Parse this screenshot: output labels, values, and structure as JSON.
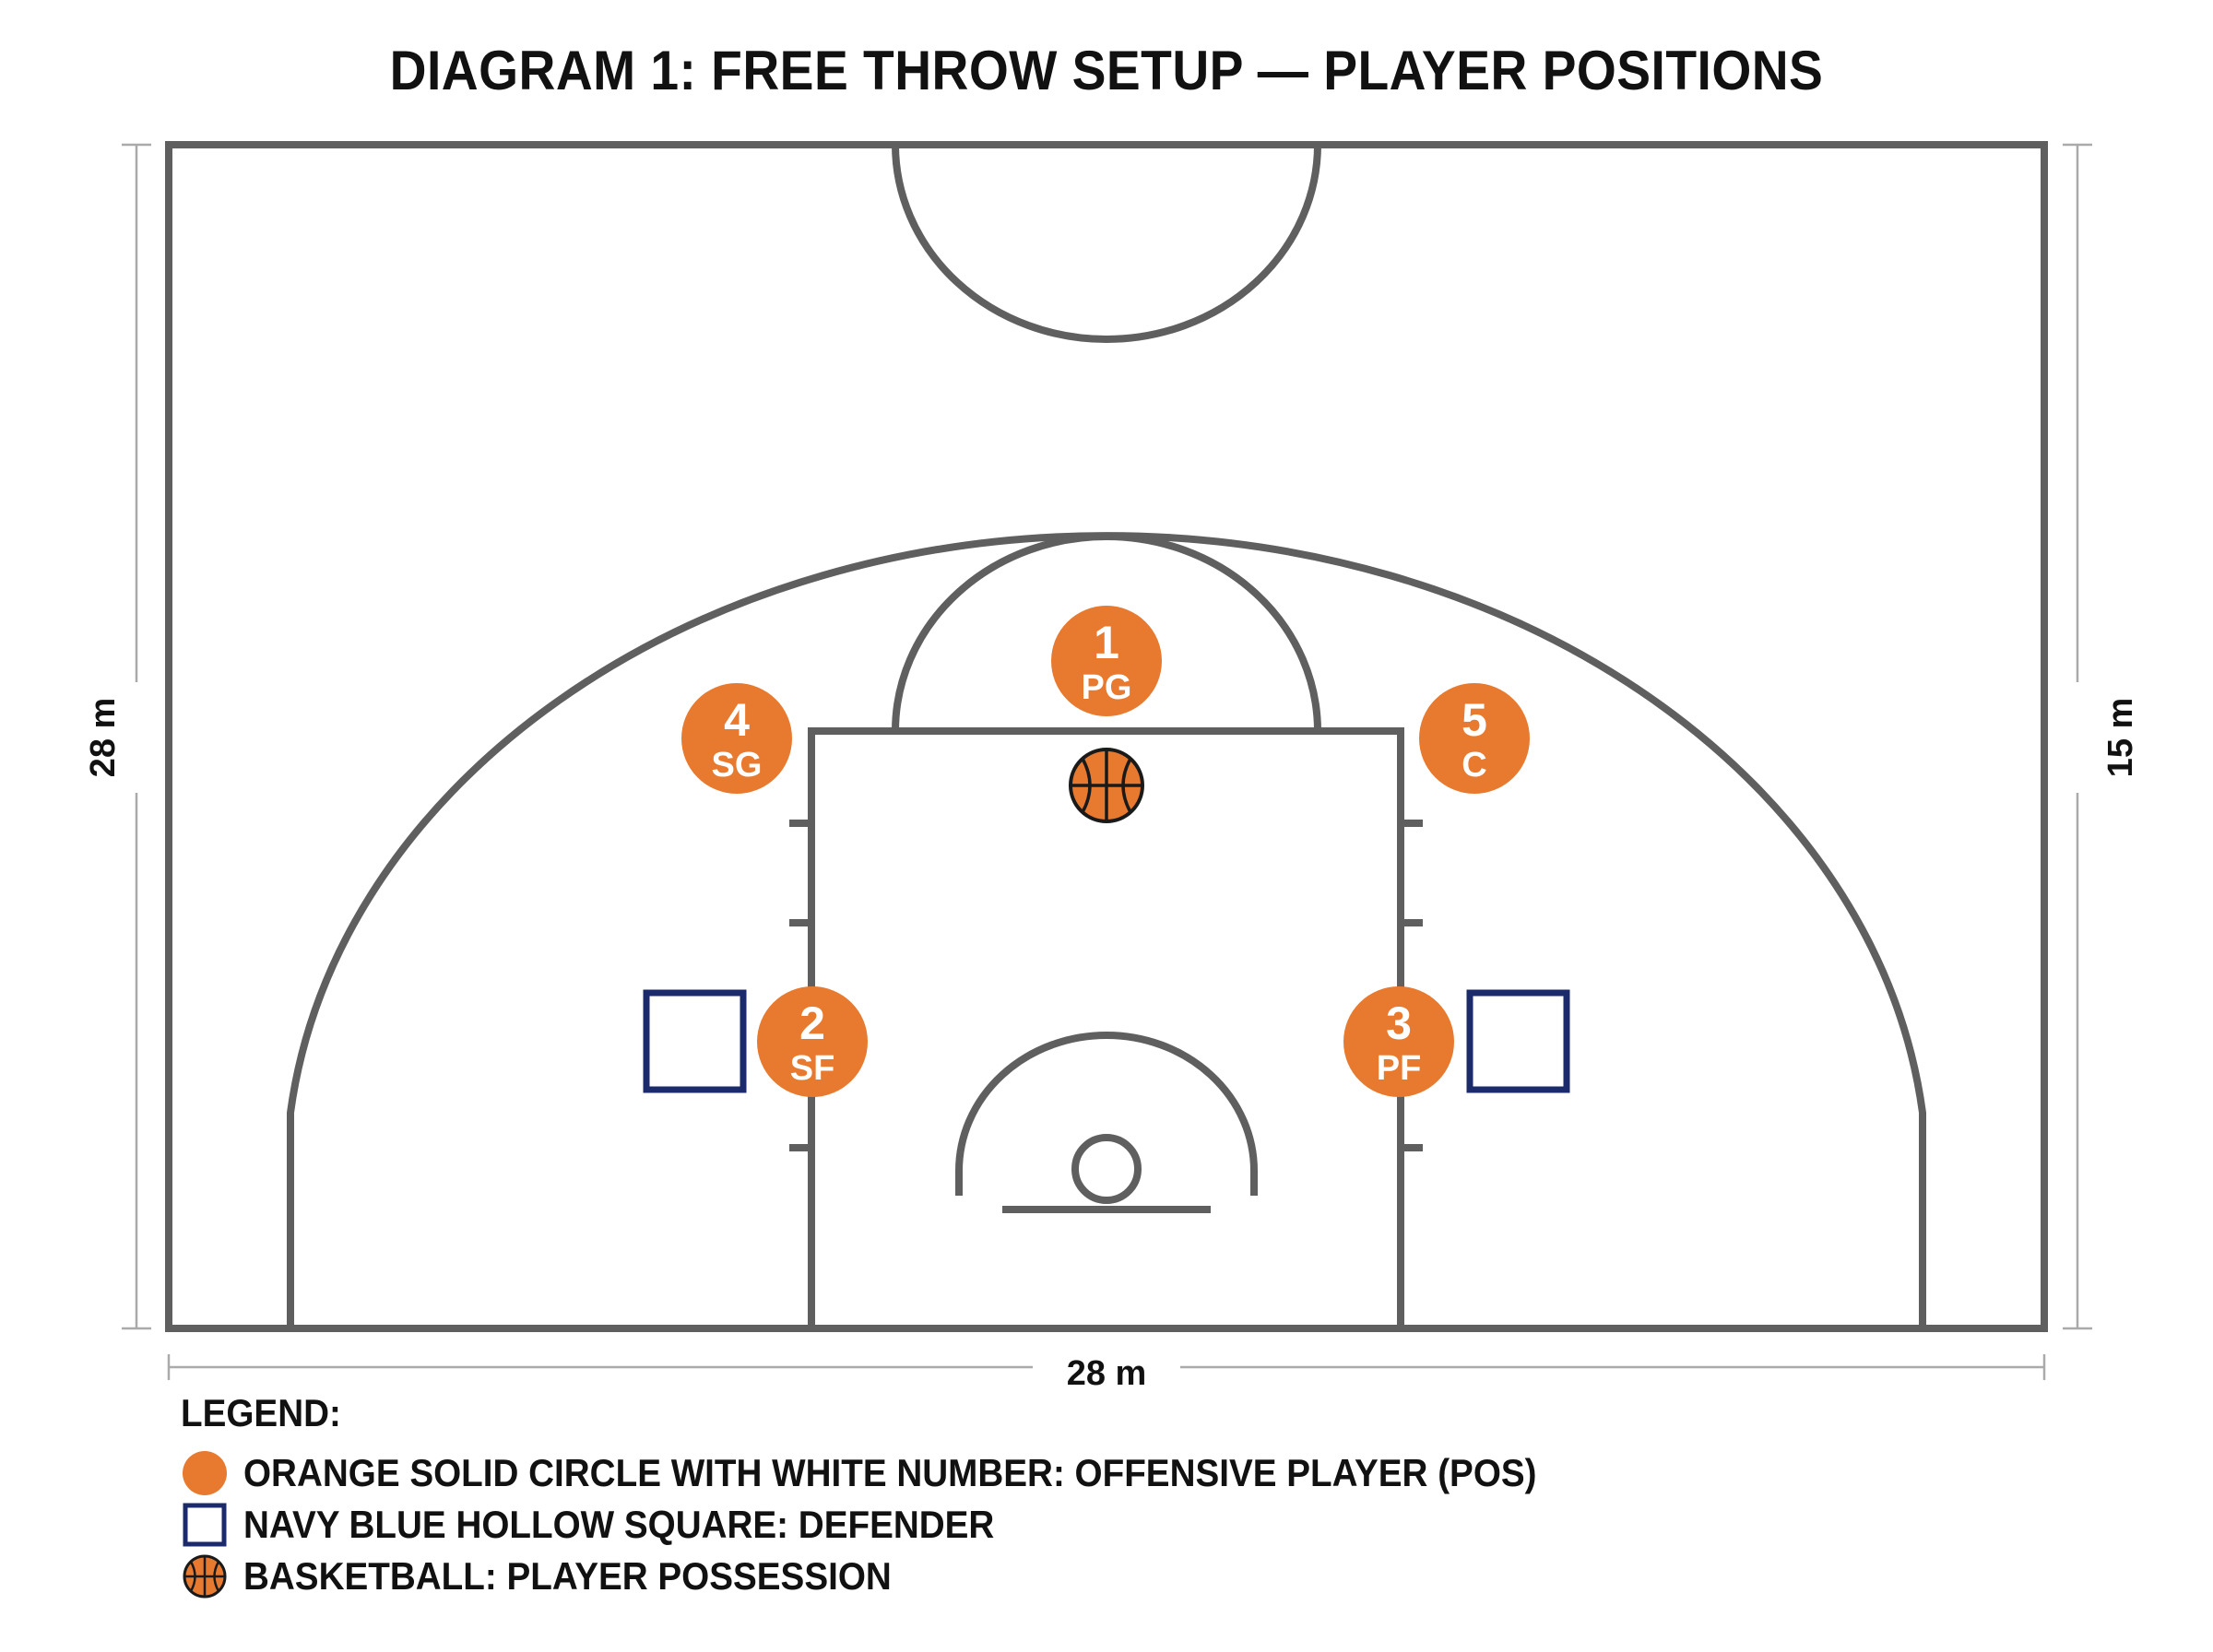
{
  "title": "DIAGRAM 1: FREE THROW SETUP — PLAYER POSITIONS",
  "dimensions": {
    "left": "28 m",
    "right": "15 m",
    "bottom": "28 m"
  },
  "players": [
    {
      "number": "1",
      "position": "PG"
    },
    {
      "number": "4",
      "position": "SG"
    },
    {
      "number": "5",
      "position": "C"
    },
    {
      "number": "2",
      "position": "SF"
    },
    {
      "number": "3",
      "position": "PF"
    }
  ],
  "defenders_count": 2,
  "ball_holder": "PG",
  "legend": {
    "title": "LEGEND:",
    "items": [
      {
        "symbol": "orange-circle-icon",
        "text": "ORANGE SOLID CIRCLE WITH WHITE NUMBER: OFFENSIVE PLAYER (POS)"
      },
      {
        "symbol": "navy-square-icon",
        "text": "NAVY BLUE HOLLOW SQUARE: DEFENDER"
      },
      {
        "symbol": "basketball-icon",
        "text": "BASKETBALL: PLAYER POSSESSION"
      }
    ]
  },
  "colors": {
    "offense": "#e87a30",
    "defender": "#1b2a6b",
    "court_lines": "#5f5f5f"
  }
}
